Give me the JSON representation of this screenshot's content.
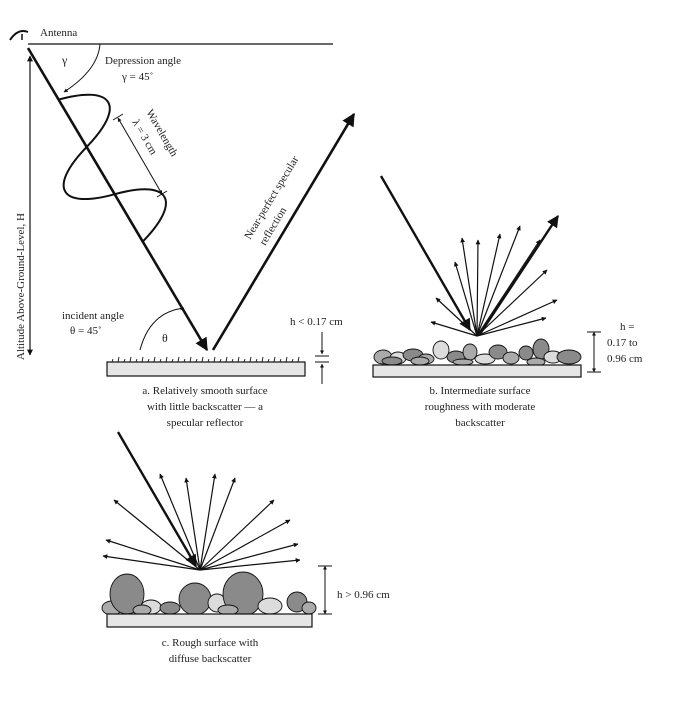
{
  "labels": {
    "antenna": "Antenna",
    "gamma": "γ",
    "depression_angle": "Depression angle",
    "depression_value": "γ = 45˚",
    "altitude": "Altitude Above-Ground-Level, H",
    "wavelength": "Wavelength",
    "wavelength_value": "λ = 3 cm",
    "specular_line1": "Near-perfect specular",
    "specular_line2": "reflection",
    "incident_angle": "incident angle",
    "incident_value": "θ = 45˚",
    "theta": "θ"
  },
  "panels": {
    "a": {
      "height_label": "h < 0.17 cm",
      "caption": [
        "a. Relatively smooth surface",
        "with little backscatter — a",
        "specular reflector"
      ]
    },
    "b": {
      "height_label": [
        "h =",
        "0.17 to",
        "0.96 cm"
      ],
      "caption": [
        "b. Intermediate surface",
        "roughness with moderate",
        "backscatter"
      ]
    },
    "c": {
      "height_label": "h > 0.96 cm",
      "caption": [
        "c. Rough surface with",
        "diffuse backscatter"
      ]
    }
  },
  "colors": {
    "ink": "#111111",
    "surface_fill": "#e6e6e6",
    "pebble_dark": "#8a8a8a",
    "pebble_mid": "#aaaaaa",
    "pebble_light": "#dcdcdc"
  }
}
